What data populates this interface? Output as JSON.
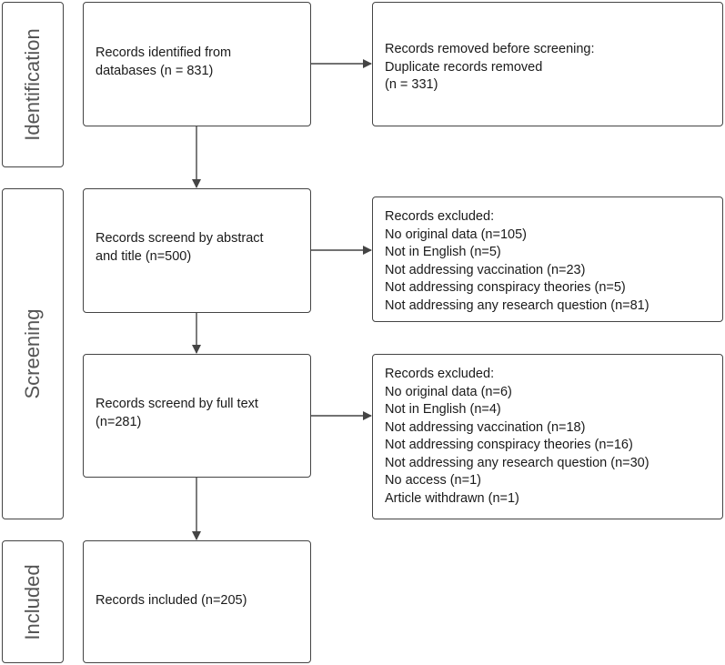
{
  "stages": {
    "identification": "Identification",
    "screening": "Screening",
    "included": "Included"
  },
  "boxes": {
    "identified": [
      "Records identified from",
      "databases (n = 831)"
    ],
    "removed": [
      "Records removed before  screening:",
      "Duplicate records removed",
      "(n = 331)"
    ],
    "screened_abstract": [
      "Records screend by abstract",
      "and title (n=500)"
    ],
    "excluded_abstract": [
      "Records excluded:",
      "No original data (n=105)",
      "Not in English (n=5)",
      "Not addressing vaccination (n=23)",
      "Not addressing conspiracy theories (n=5)",
      "Not addressing any research question (n=81)"
    ],
    "screened_fulltext": [
      "Records screend by full text",
      "(n=281)"
    ],
    "excluded_fulltext": [
      "Records excluded:",
      "No original data (n=6)",
      "Not in English (n=4)",
      "Not addressing vaccination (n=18)",
      "Not addressing conspiracy theories (n=16)",
      "Not addressing any research question (n=30)",
      "No access (n=1)",
      "Article withdrawn (n=1)"
    ],
    "included": [
      "Records included (n=205)"
    ]
  }
}
